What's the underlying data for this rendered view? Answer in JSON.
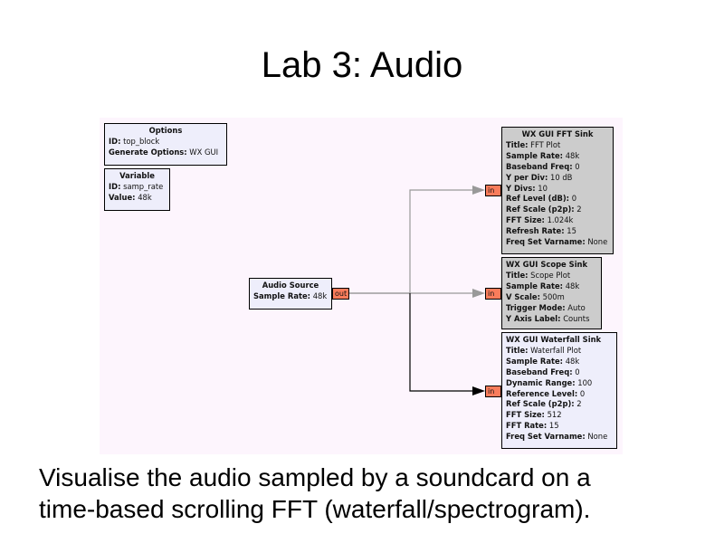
{
  "title": "Lab 3: Audio",
  "caption": {
    "line1": "Visualise the audio sampled by a soundcard on a",
    "line2": "time-based scrolling FFT (waterfall/spectrogram)."
  },
  "flowgraph": {
    "blocks": {
      "options": {
        "title": "Options",
        "params": [
          {
            "key": "ID:",
            "value": "top_block"
          },
          {
            "key": "Generate Options:",
            "value": "WX GUI"
          }
        ]
      },
      "variable": {
        "title": "Variable",
        "params": [
          {
            "key": "ID:",
            "value": "samp_rate"
          },
          {
            "key": "Value:",
            "value": "48k"
          }
        ]
      },
      "audio_source": {
        "title": "Audio Source",
        "params": [
          {
            "key": "Sample Rate:",
            "value": "48k"
          }
        ],
        "out_port": "out"
      },
      "fft_sink": {
        "title": "WX GUI FFT Sink",
        "in_port": "in",
        "params": [
          {
            "key": "Title:",
            "value": "FFT Plot"
          },
          {
            "key": "Sample Rate:",
            "value": "48k"
          },
          {
            "key": "Baseband Freq:",
            "value": "0"
          },
          {
            "key": "Y per Div:",
            "value": "10 dB"
          },
          {
            "key": "Y Divs:",
            "value": "10"
          },
          {
            "key": "Ref Level (dB):",
            "value": "0"
          },
          {
            "key": "Ref Scale (p2p):",
            "value": "2"
          },
          {
            "key": "FFT Size:",
            "value": "1.024k"
          },
          {
            "key": "Refresh Rate:",
            "value": "15"
          },
          {
            "key": "Freq Set Varname:",
            "value": "None"
          }
        ]
      },
      "scope_sink": {
        "title": "WX GUI Scope Sink",
        "in_port": "in",
        "params": [
          {
            "key": "Title:",
            "value": "Scope Plot"
          },
          {
            "key": "Sample Rate:",
            "value": "48k"
          },
          {
            "key": "V Scale:",
            "value": "500m"
          },
          {
            "key": "Trigger Mode:",
            "value": "Auto"
          },
          {
            "key": "Y Axis Label:",
            "value": "Counts"
          }
        ]
      },
      "waterfall_sink": {
        "title": "WX GUI Waterfall Sink",
        "in_port": "in",
        "params": [
          {
            "key": "Title:",
            "value": "Waterfall Plot"
          },
          {
            "key": "Sample Rate:",
            "value": "48k"
          },
          {
            "key": "Baseband Freq:",
            "value": "0"
          },
          {
            "key": "Dynamic Range:",
            "value": "100"
          },
          {
            "key": "Reference Level:",
            "value": "0"
          },
          {
            "key": "Ref Scale (p2p):",
            "value": "2"
          },
          {
            "key": "FFT Size:",
            "value": "512"
          },
          {
            "key": "FFT Rate:",
            "value": "15"
          },
          {
            "key": "Freq Set Varname:",
            "value": "None"
          }
        ]
      }
    },
    "connections": [
      {
        "from": "audio_source.out",
        "to": "fft_sink.in",
        "selected": false
      },
      {
        "from": "audio_source.out",
        "to": "scope_sink.in",
        "selected": false
      },
      {
        "from": "audio_source.out",
        "to": "waterfall_sink.in",
        "selected": true
      }
    ],
    "colors": {
      "canvas": "#fdf5fd",
      "block_default": "#eeeefb",
      "block_disabled_gray": "#cccccc",
      "port": "#f97c5b",
      "wire": "#999999",
      "wire_selected": "#000000"
    }
  }
}
